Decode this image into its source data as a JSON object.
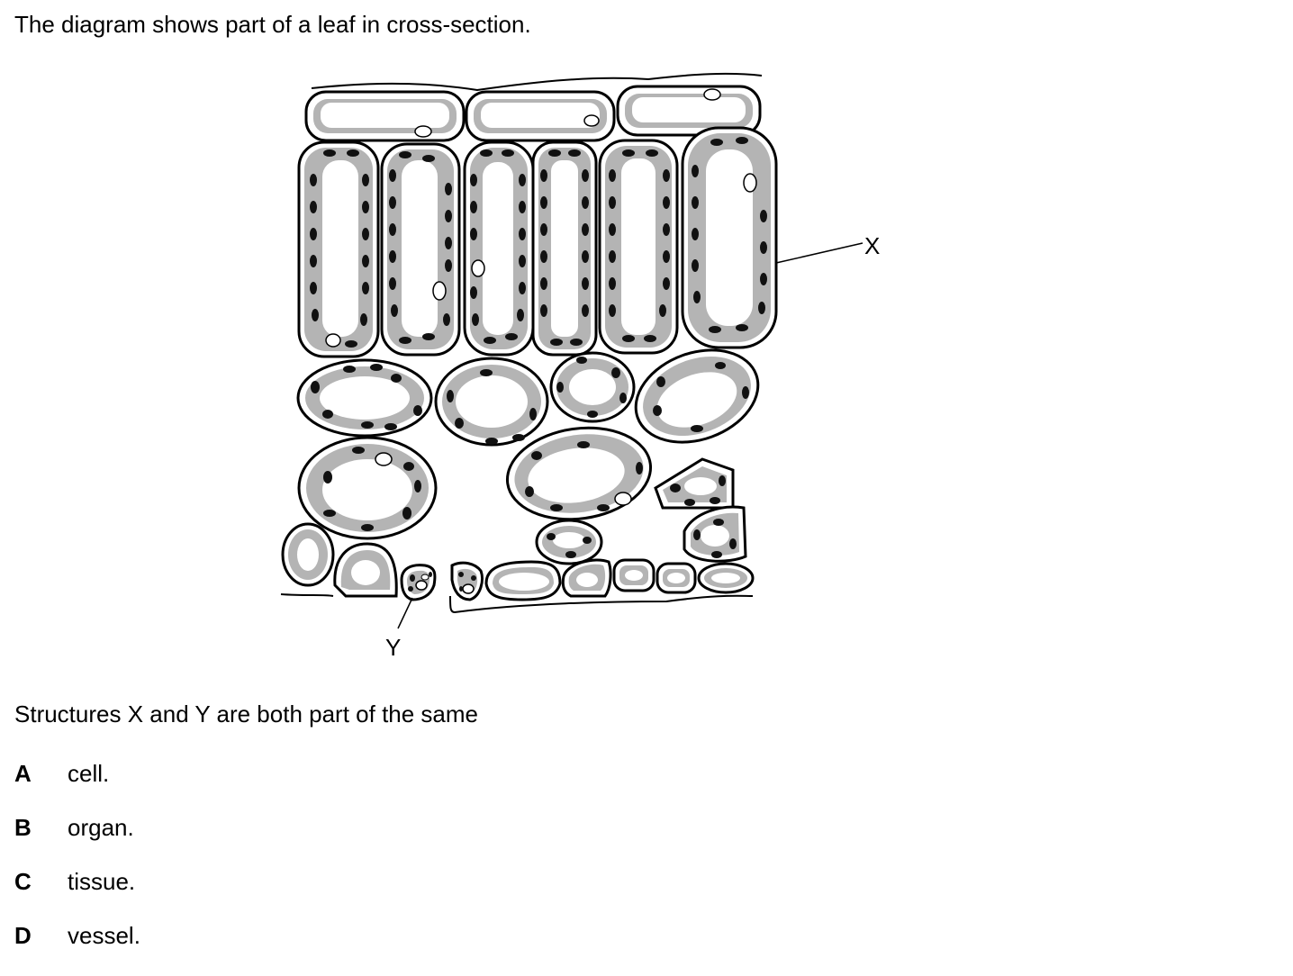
{
  "question": {
    "intro": "The diagram shows part of a leaf in cross-section.",
    "stem": "Structures X and Y are both part of the same",
    "options": [
      {
        "letter": "A",
        "text": "cell."
      },
      {
        "letter": "B",
        "text": "organ."
      },
      {
        "letter": "C",
        "text": "tissue."
      },
      {
        "letter": "D",
        "text": "vessel."
      }
    ]
  },
  "diagram": {
    "labels": {
      "x": "X",
      "y": "Y"
    },
    "colors": {
      "cytoplasm": "#b4b4b4",
      "outline": "#000000",
      "chloroplast": "#111111",
      "vacuole": "#ffffff"
    }
  }
}
